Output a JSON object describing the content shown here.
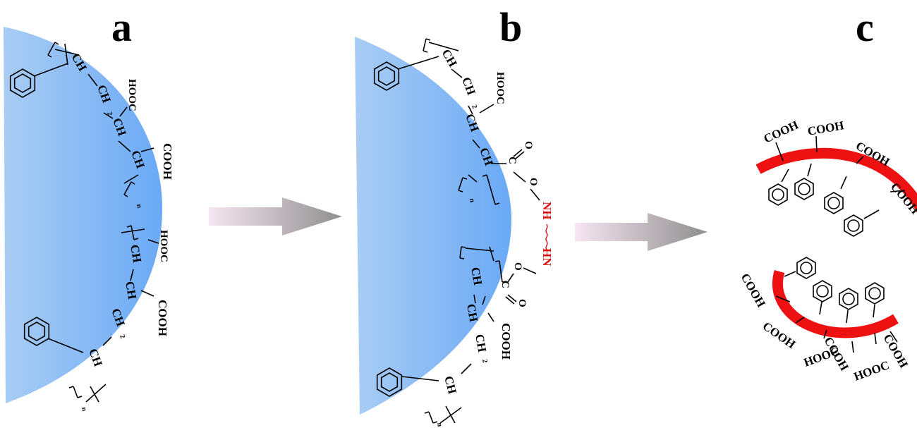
{
  "panels": {
    "a": {
      "label": "a"
    },
    "b": {
      "label": "b"
    },
    "c": {
      "label": "c"
    }
  },
  "groups": {
    "ch": "CH",
    "ch2": "CH",
    "sub2": "2",
    "cooh": "COOH",
    "hooc": "HOOC",
    "n": "n",
    "o": "O",
    "c": "C",
    "nh": "NH",
    "hn": "HN"
  },
  "colors": {
    "particle_light": "#a9cdf4",
    "particle_dark": "#6aa9f6",
    "shell_red": "#ee1111",
    "arrow_light": "#f6e6f1",
    "arrow_dark": "#8f8f8f"
  },
  "icons": {
    "arrow": "right-arrow-icon",
    "ring": "benzene-ring-icon"
  }
}
